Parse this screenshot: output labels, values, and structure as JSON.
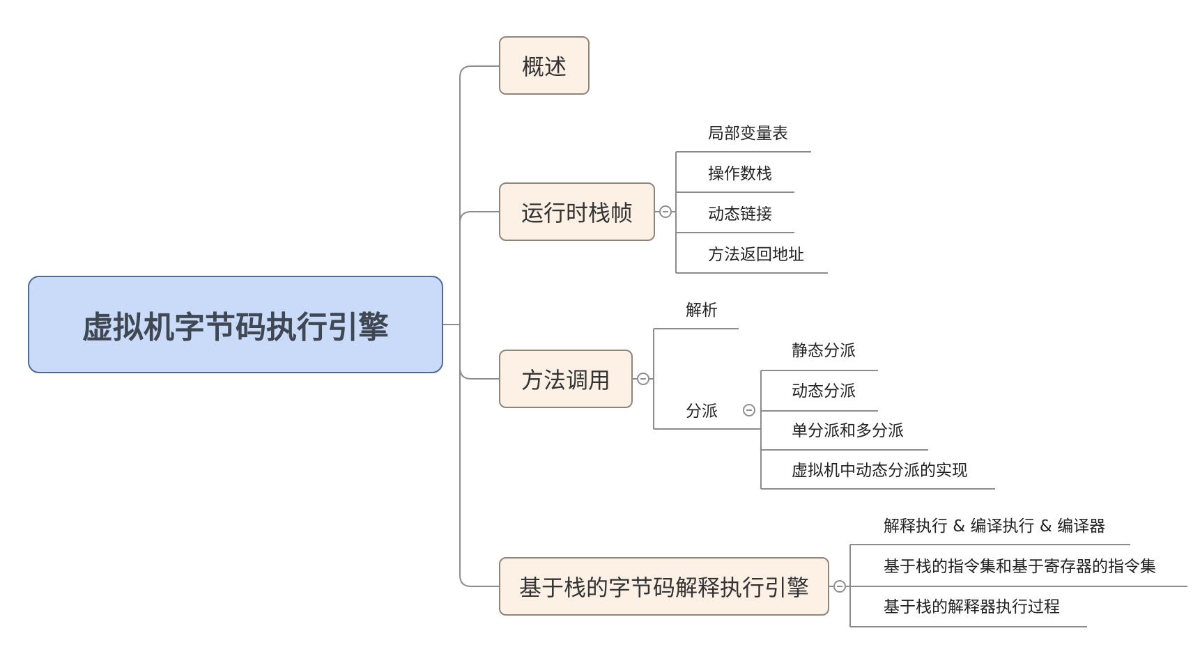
{
  "root": {
    "label": "虚拟机字节码执行引擎"
  },
  "branches": [
    {
      "label": "概述",
      "children": []
    },
    {
      "label": "运行时栈帧",
      "children": [
        "局部变量表",
        "操作数栈",
        "动态链接",
        "方法返回地址"
      ]
    },
    {
      "label": "方法调用",
      "children": [
        {
          "label": "解析",
          "children": []
        },
        {
          "label": "分派",
          "children": [
            "静态分派",
            "动态分派",
            "单分派和多分派",
            "虚拟机中动态分派的实现"
          ]
        }
      ]
    },
    {
      "label": "基于栈的字节码解释执行引擎",
      "children": [
        "解释执行 & 编译执行 & 编译器",
        "基于栈的指令集和基于寄存器的指令集",
        "基于栈的解释器执行过程"
      ]
    }
  ],
  "colors": {
    "root_fill": "#c9dbf8",
    "root_border": "#4d6a97",
    "branch_fill": "#fdf1e6",
    "branch_border": "#8e857c",
    "connector": "#8c8c8c"
  }
}
